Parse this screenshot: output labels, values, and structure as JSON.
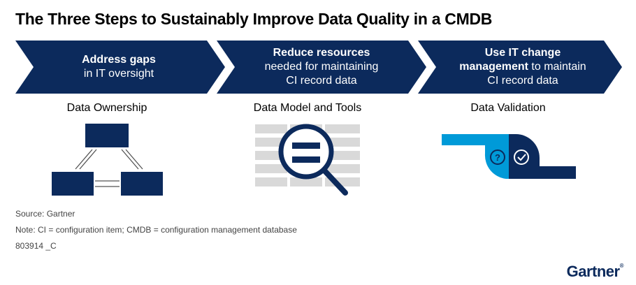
{
  "title": "The Three Steps to Sustainably Improve Data Quality in a CMDB",
  "steps": [
    {
      "line1_bold": "Address gaps",
      "line1_rest": "",
      "line2_bold": "",
      "line2_rest": "in IT oversight",
      "line3": "",
      "label": "Data Ownership",
      "icon": "hierarchy-boxes-icon"
    },
    {
      "line1_bold": "Reduce resources",
      "line1_rest": "",
      "line2_bold": "",
      "line2_rest": "needed for maintaining",
      "line3": "CI record data",
      "label": "Data Model and Tools",
      "icon": "magnifier-table-icon"
    },
    {
      "line1_bold": "Use IT change",
      "line1_rest": "",
      "line2_bold": "management",
      "line2_rest": " to maintain",
      "line3": "CI record data",
      "label": "Data Validation",
      "icon": "validation-pipe-icon"
    }
  ],
  "footer": {
    "source": "Source: Gartner",
    "note": "Note: CI = configuration item; CMDB = configuration management database",
    "id": "803914 _C"
  },
  "logo": "Gartner",
  "colors": {
    "navy": "#0c2a5c",
    "light_blue": "#009ad8",
    "gray": "#d9d9d9"
  }
}
